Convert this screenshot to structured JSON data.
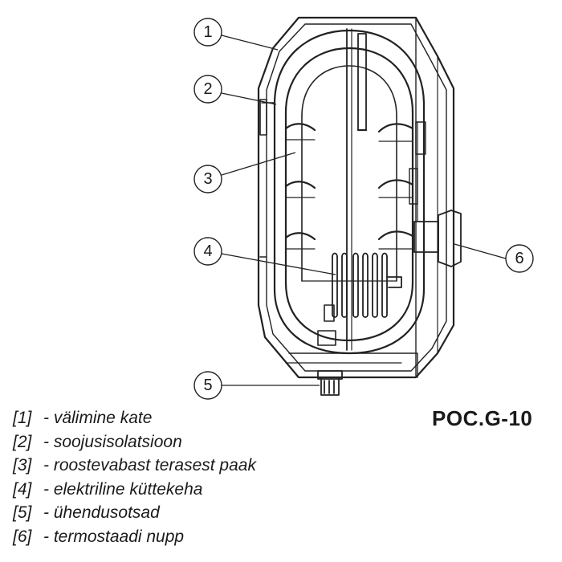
{
  "diagram": {
    "callouts": [
      {
        "number": "1",
        "target": "outer-casing"
      },
      {
        "number": "2",
        "target": "thermal-insulation"
      },
      {
        "number": "3",
        "target": "stainless-steel-tank"
      },
      {
        "number": "4",
        "target": "electric-heating-element"
      },
      {
        "number": "5",
        "target": "connection-ends"
      },
      {
        "number": "6",
        "target": "thermostat-knob"
      }
    ]
  },
  "legend": {
    "items": [
      {
        "ref": "[1]",
        "text": "- välimine kate"
      },
      {
        "ref": "[2]",
        "text": "- soojusisolatsioon"
      },
      {
        "ref": "[3]",
        "text": "- roostevabast terasest paak"
      },
      {
        "ref": "[4]",
        "text": "- elektriline küttekeha"
      },
      {
        "ref": "[5]",
        "text": "- ühendusotsad"
      },
      {
        "ref": "[6]",
        "text": "- termostaadi nupp"
      }
    ]
  },
  "figure_code": "POC.G-10"
}
